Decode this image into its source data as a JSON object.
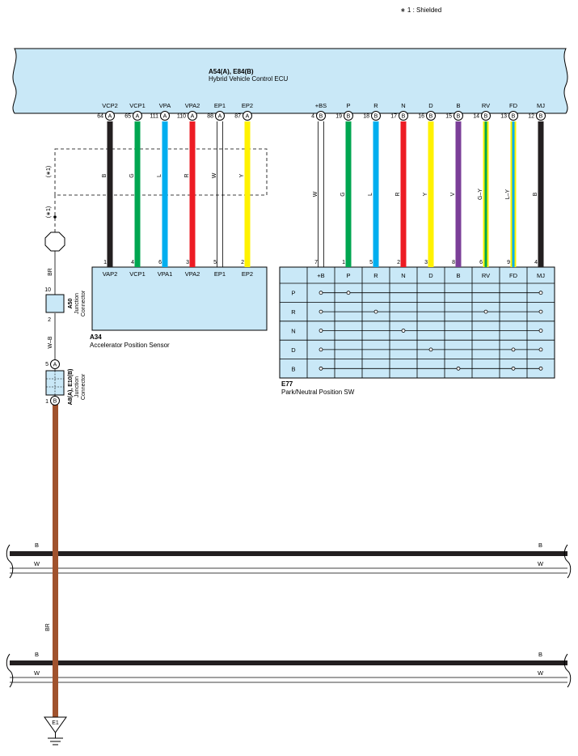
{
  "legend": {
    "note": "∗ 1 : Shielded"
  },
  "ecu": {
    "title": "A54(A), E84(B)",
    "subtitle": "Hybrid Vehicle Control ECU",
    "pins": [
      {
        "name": "VCP2",
        "num": "64",
        "conn": "A",
        "wire": "B"
      },
      {
        "name": "VCP1",
        "num": "65",
        "conn": "A",
        "wire": "G"
      },
      {
        "name": "VPA",
        "num": "111",
        "conn": "A",
        "wire": "L"
      },
      {
        "name": "VPA2",
        "num": "110",
        "conn": "A",
        "wire": "R"
      },
      {
        "name": "EP1",
        "num": "88",
        "conn": "A",
        "wire": "W"
      },
      {
        "name": "EP2",
        "num": "87",
        "conn": "A",
        "wire": "Y"
      },
      {
        "name": "+BS",
        "num": "4",
        "conn": "B",
        "wire": "W"
      },
      {
        "name": "P",
        "num": "19",
        "conn": "B",
        "wire": "G"
      },
      {
        "name": "R",
        "num": "18",
        "conn": "B",
        "wire": "L"
      },
      {
        "name": "N",
        "num": "17",
        "conn": "B",
        "wire": "R"
      },
      {
        "name": "D",
        "num": "16",
        "conn": "B",
        "wire": "Y"
      },
      {
        "name": "B",
        "num": "15",
        "conn": "B",
        "wire": "V"
      },
      {
        "name": "RV",
        "num": "14",
        "conn": "B",
        "wire": "G–Y"
      },
      {
        "name": "FD",
        "num": "13",
        "conn": "B",
        "wire": "L–Y"
      },
      {
        "name": "MJ",
        "num": "12",
        "conn": "B",
        "wire": "B"
      }
    ]
  },
  "shield": {
    "label": "(∗1)",
    "label2": "(∗1)"
  },
  "sensor": {
    "id": "A34",
    "name": "Accelerator Position Sensor",
    "pins": [
      {
        "num": "1",
        "name": "VAP2"
      },
      {
        "num": "4",
        "name": "VCP1"
      },
      {
        "num": "6",
        "name": "VPA1"
      },
      {
        "num": "3",
        "name": "VPA2"
      },
      {
        "num": "5",
        "name": "EP1"
      },
      {
        "num": "2",
        "name": "EP2"
      }
    ]
  },
  "switch": {
    "id": "E77",
    "name": "Park/Neutral Position SW",
    "pin_nums": [
      "7",
      "1",
      "5",
      "2",
      "3",
      "8",
      "6",
      "9",
      "4"
    ],
    "columns": [
      "+B",
      "P",
      "R",
      "N",
      "D",
      "B",
      "RV",
      "FD",
      "MJ"
    ],
    "rows": [
      "P",
      "R",
      "N",
      "D",
      "B"
    ]
  },
  "junction_a50": {
    "id": "A50",
    "line1": "Junction",
    "line2": "Connector",
    "pin_top": "10",
    "pin_bottom": "2"
  },
  "junction_a8": {
    "id": "A8(A), E10(B)",
    "line1": "Junction",
    "line2": "Connector",
    "pin_top": "5",
    "pin_top_conn": "A",
    "pin_bottom": "1",
    "pin_bottom_conn": "B"
  },
  "ground_wire": {
    "upper": "BR",
    "mid": "W–B",
    "lower": "BR"
  },
  "ground": {
    "label": "E1"
  },
  "buses": [
    {
      "black_label": "B",
      "white_label": "W"
    },
    {
      "black_label": "B",
      "white_label": "W"
    }
  ],
  "colors": {
    "ecu_fill": "#c9e8f7",
    "B": "#231f20",
    "G": "#00a650",
    "L": "#00aeef",
    "R": "#ed1c24",
    "W": "#ffffff",
    "Y": "#fff200",
    "V": "#7b3f98",
    "BR": "#a0522d"
  }
}
